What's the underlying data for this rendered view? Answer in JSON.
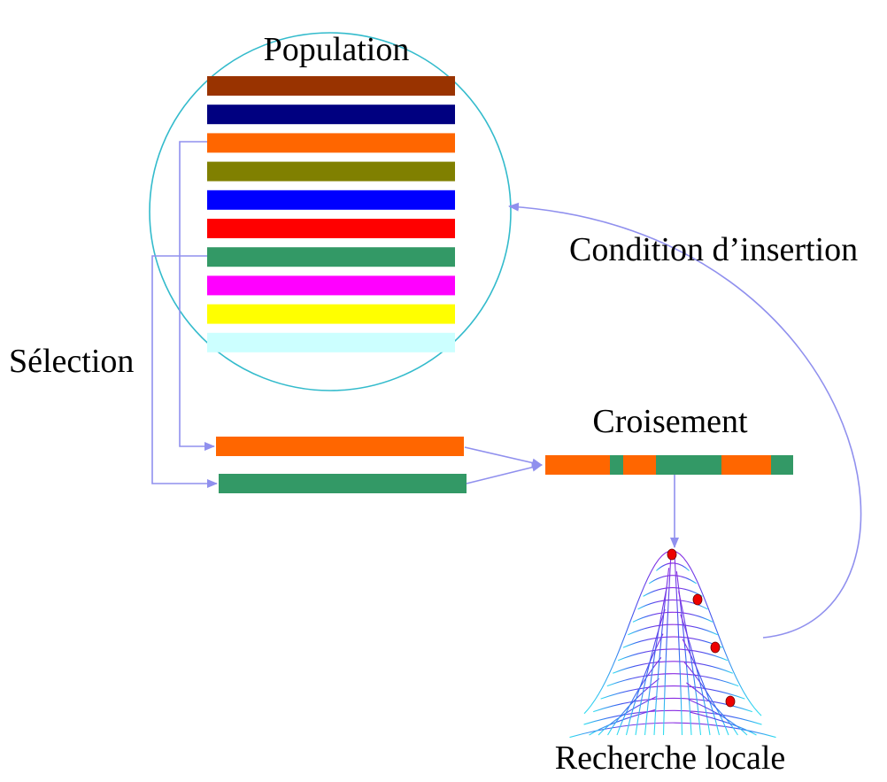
{
  "labels": {
    "population": "Population",
    "selection": "Sélection",
    "crossover": "Croisement",
    "insertion_condition": "Condition d’insertion",
    "local_search": "Recherche locale"
  },
  "population": {
    "outline_color": "#33bbcc",
    "individuals": [
      {
        "color": "#993300"
      },
      {
        "color": "#000080"
      },
      {
        "color": "#ff6600"
      },
      {
        "color": "#808000"
      },
      {
        "color": "#0000ff"
      },
      {
        "color": "#ff0000"
      },
      {
        "color": "#339966"
      },
      {
        "color": "#ff00ff"
      },
      {
        "color": "#ffff00"
      },
      {
        "color": "#ccffff"
      }
    ]
  },
  "parents": [
    {
      "color": "#ff6600"
    },
    {
      "color": "#339966"
    }
  ],
  "offspring": {
    "segments": [
      {
        "color": "#ff6600"
      },
      {
        "color": "#339966"
      },
      {
        "color": "#ff6600"
      },
      {
        "color": "#339966"
      },
      {
        "color": "#ff6600"
      },
      {
        "color": "#339966"
      }
    ]
  },
  "local_search": {
    "point_color": "#ee0000"
  },
  "connector_color": "#9090ee"
}
